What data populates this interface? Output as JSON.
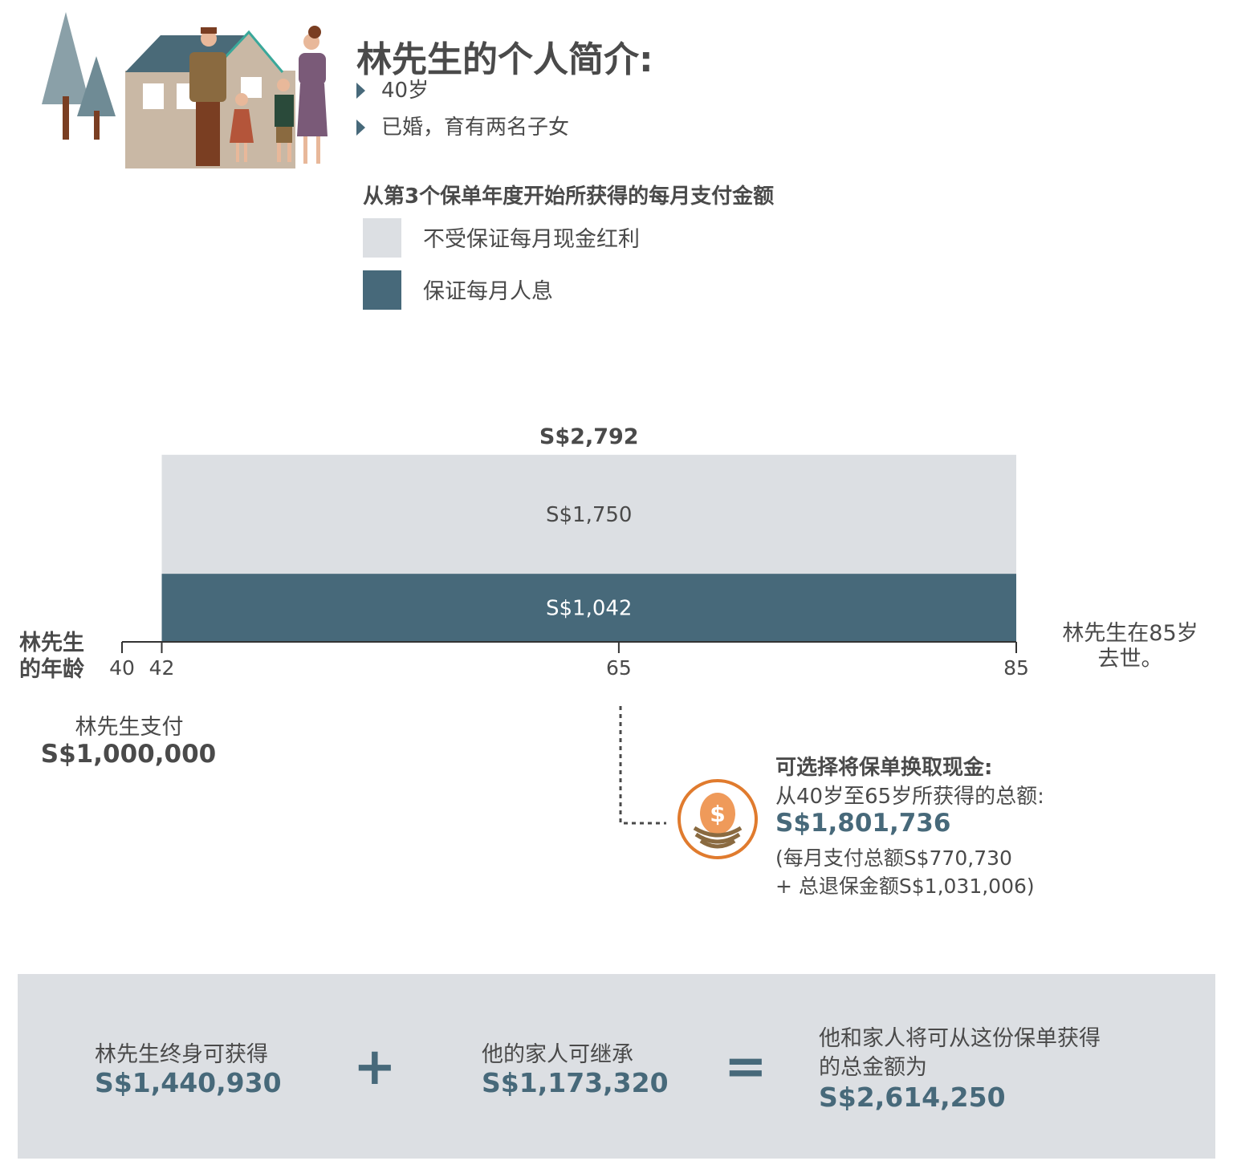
{
  "profile": {
    "title": "林先生的个人简介:",
    "items": [
      "40岁",
      "已婚，育有两名子女"
    ]
  },
  "legend": {
    "title": "从第3个保单年度开始所获得的每月支付金额",
    "items": [
      {
        "label": "不受保证每月现金红利",
        "color": "#dcdfe3"
      },
      {
        "label": "保证每月人息",
        "color": "#47697a"
      }
    ]
  },
  "chart_data": {
    "type": "bar",
    "orientation": "horizontal-stacked",
    "x_start": 42,
    "x_end": 85,
    "xlim": [
      40,
      85
    ],
    "ticks": [
      40,
      42,
      65,
      85
    ],
    "axis_label": "林先生\n的年龄",
    "total_label": "S$2,792",
    "series": [
      {
        "name": "保证每月人息",
        "value": 1042,
        "value_label": "S$1,042",
        "color": "#47697a"
      },
      {
        "name": "不受保证每月现金红利",
        "value": 1750,
        "value_label": "S$1,750",
        "color": "#dcdfe3"
      }
    ],
    "death_note": "林先生在85岁\n去世。",
    "payment": {
      "label": "林先生支付",
      "value": "S$1,000,000"
    }
  },
  "cash_out": {
    "title": "可选择将保单换取现金:",
    "subtitle": "从40岁至65岁所获得的总额:",
    "value": "S$1,801,736",
    "note_line1": "(每月支付总额S$770,730",
    "note_line2": "+ 总退保金额S$1,031,006)",
    "icon": "money-bag-nest-icon",
    "icon_color": "#e07b2e"
  },
  "summary": {
    "lifetime_label": "林先生终身可获得",
    "lifetime_value": "S$1,440,930",
    "plus": "+",
    "inherit_label": "他的家人可继承",
    "inherit_value": "S$1,173,320",
    "equals": "=",
    "total_label_line1": "他和家人将可从这份保单获得",
    "total_label_line2": "的总金额为",
    "total_value": "S$2,614,250"
  },
  "colors": {
    "accent": "#47697a",
    "light": "#dcdfe3",
    "orange": "#e07b2e",
    "text": "#4a4a4a"
  }
}
